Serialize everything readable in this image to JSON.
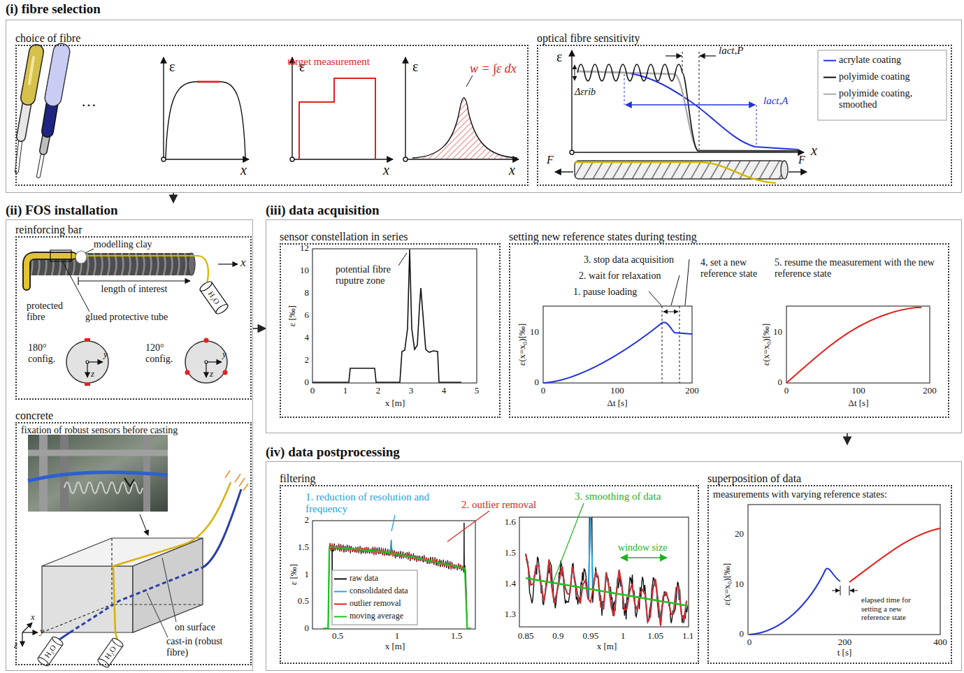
{
  "diagram": {
    "nodes": [
      {
        "text": [
          "(i) fibre selection"
        ]
      },
      {
        "text": [
          "choice of fibre"
        ],
        "in": 0
      },
      {
        "text": [
          "optical fibre sensitivity"
        ],
        "in": 0
      },
      {
        "text": [
          "(ii) FOS installation"
        ]
      },
      {
        "text": [
          "reinforcing bar"
        ],
        "in": 3
      },
      {
        "text": [
          "concrete"
        ],
        "in": 3
      },
      {
        "text": [
          "(iii) data acquisition"
        ]
      },
      {
        "text": [
          "sensor constellation in series"
        ],
        "in": 6
      },
      {
        "text": [
          "setting new reference states during testing"
        ],
        "in": 6
      },
      {
        "text": [
          "(iv) data postprocessing"
        ]
      },
      {
        "text": [
          "filtering"
        ],
        "in": 9
      },
      {
        "text": [
          "superposition of data"
        ],
        "in": 9
      }
    ],
    "edges": [
      {
        "from": 0,
        "to": 3,
        "arrow": "to"
      },
      {
        "from": 3,
        "to": 6,
        "arrow": "to"
      },
      {
        "from": 6,
        "to": 9,
        "arrow": "to"
      }
    ],
    "labels": [
      "…",
      "target measurement",
      "ε",
      "x",
      "ε",
      "x",
      "ε",
      "x",
      "w = ∫ε dx",
      "ε",
      "Δεrib",
      "lact,P",
      "lact,A",
      "x",
      "F",
      "F",
      "modelling clay",
      "x",
      "length of interest",
      "protected fibre",
      "glued protective tube",
      "H₂O",
      "180° config.",
      "y",
      "z",
      "120° config.",
      "y",
      "z",
      "fixation of robust sensors before casting",
      "on surface",
      "cast-in (robust fibre)",
      "x",
      "y",
      "z",
      "H₂O",
      "H₂O",
      "0",
      "2",
      "4",
      "6",
      "8",
      "10",
      "12",
      "0",
      "1",
      "2",
      "3",
      "4",
      "5",
      "ε [‰]",
      "x [m]",
      "potential fibre ruputre zone",
      "1. pause loading",
      "2. wait for relaxation",
      "3. stop data acquisition",
      "4, set a new reference state",
      "5. resume the measurement with the new reference state",
      "0",
      "10",
      "0",
      "100",
      "200",
      "ε(x=x₀)[‰]",
      "Δt [s]",
      "0",
      "10",
      "0",
      "100",
      "200",
      "ε(x=x₀)[‰]",
      "Δt [s]",
      "1. reduction of resolution and frequency",
      "2. outlier removal",
      "3. smoothing of data",
      "window size",
      "0",
      "0.5",
      "1",
      "1.5",
      "2",
      "0.5",
      "1",
      "1.5",
      "ε [‰]",
      "x [m]",
      "1.3",
      "1.4",
      "1.5",
      "1.6",
      "0.85",
      "0.9",
      "0.95",
      "1",
      "1.05",
      "1.1",
      "x [m]",
      "measurements with varying reference states:",
      "0",
      "10",
      "20",
      "0",
      "200",
      "400",
      "ε(x=x₀)[‰]",
      "t [s]",
      "elapsed time for setting a new reference state"
    ],
    "legend": [
      {
        "text": "acrylate coating"
      },
      {
        "text": "polyimide coating"
      },
      {
        "text": "polyimide coating, smoothed"
      },
      {
        "text": "raw data"
      },
      {
        "text": "consolidated data"
      },
      {
        "text": "outlier removal"
      },
      {
        "text": "moving average"
      }
    ]
  }
}
